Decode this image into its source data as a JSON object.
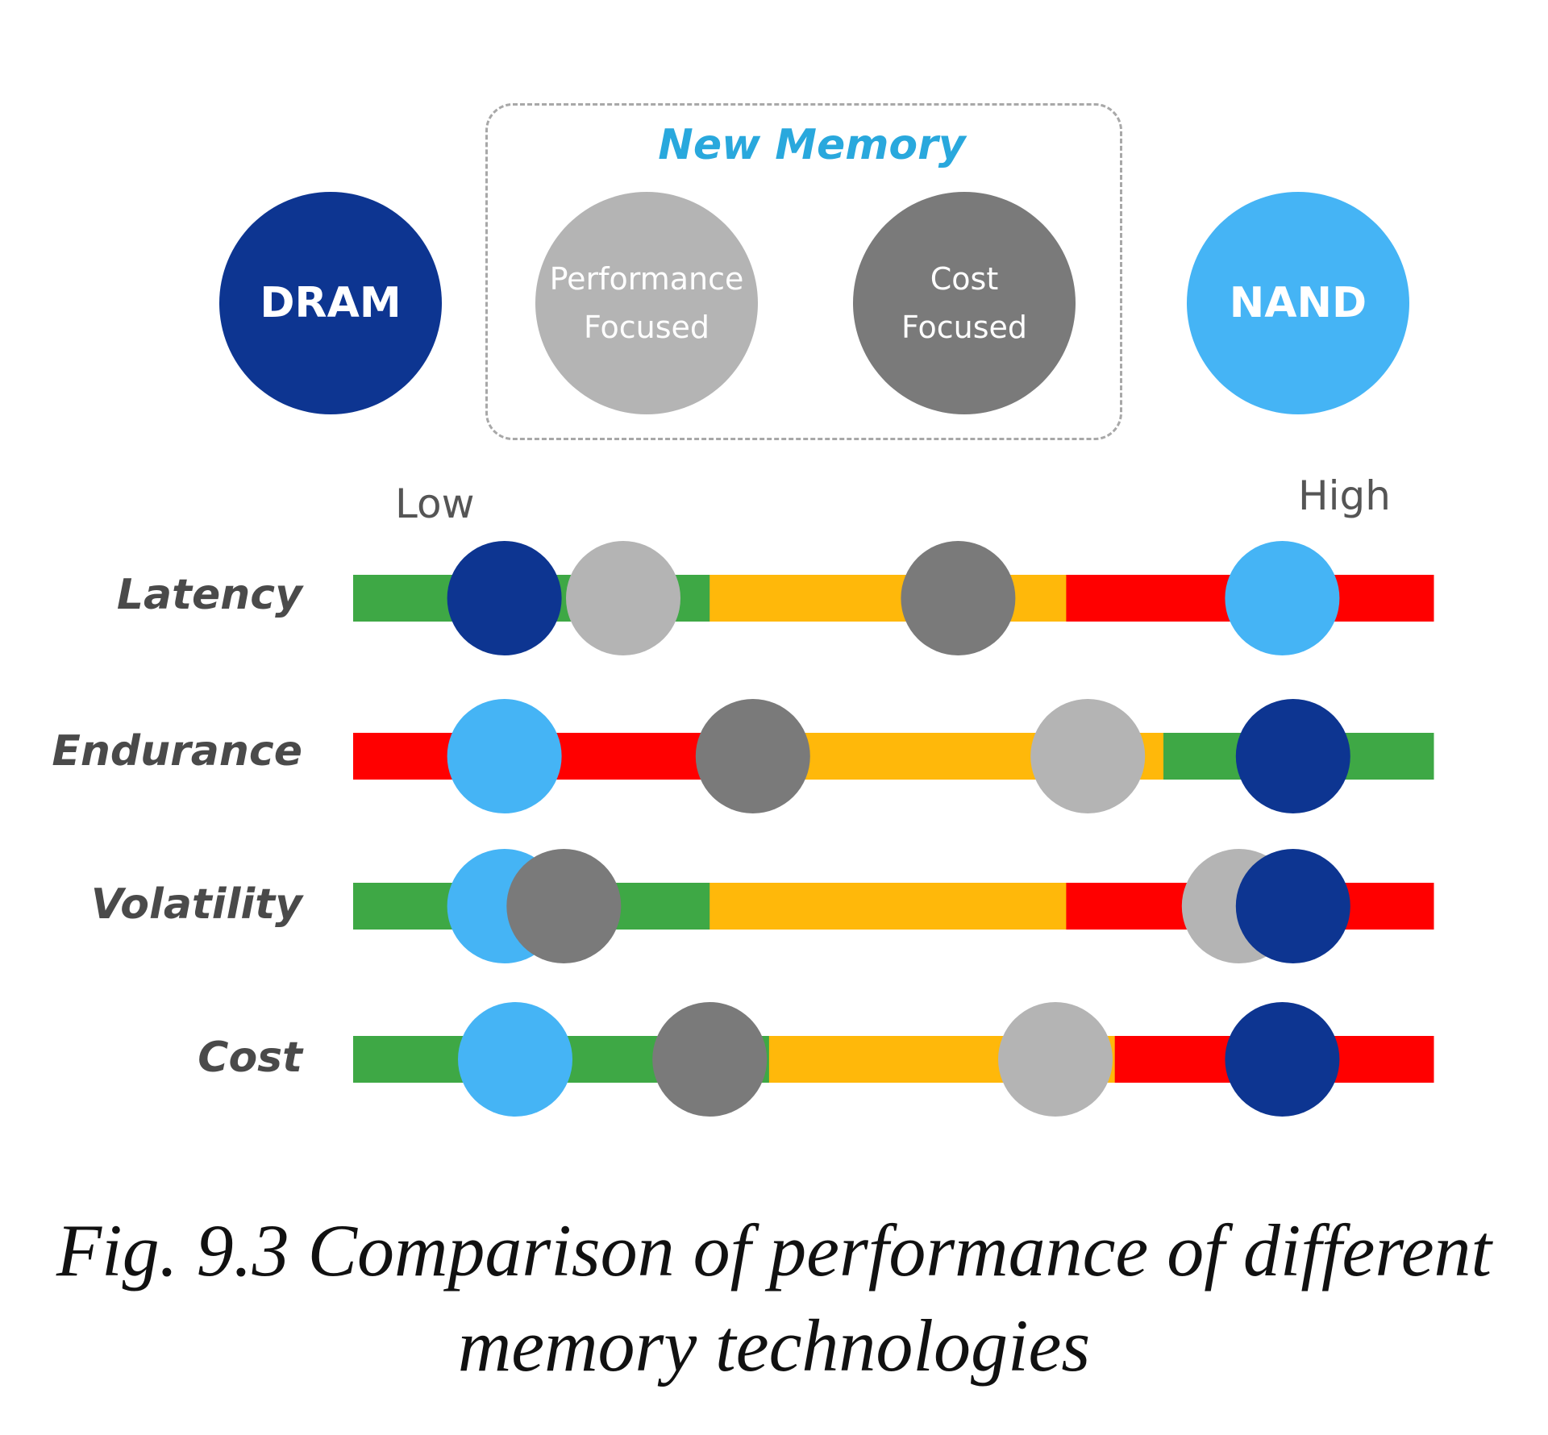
{
  "legend": {
    "group_title": "New Memory",
    "items": [
      {
        "key": "dram",
        "label": "DRAM",
        "color": "#0d3591"
      },
      {
        "key": "perf",
        "label": "Performance\nFocused",
        "color": "#b4b4b4"
      },
      {
        "key": "cost",
        "label": "Cost\nFocused",
        "color": "#7a7a7a"
      },
      {
        "key": "nand",
        "label": "NAND",
        "color": "#45b4f5"
      }
    ]
  },
  "chart_data": {
    "type": "dot-scale",
    "scale_min_label": "Low",
    "scale_max_label": "High",
    "rows": [
      {
        "label": "Latency",
        "segments": [
          {
            "from": 0,
            "to": 0.33,
            "color": "#3ea845"
          },
          {
            "from": 0.33,
            "to": 0.66,
            "color": "#ffb80a"
          },
          {
            "from": 0.66,
            "to": 1,
            "color": "#ff0000"
          }
        ],
        "markers": [
          {
            "tech": "dram",
            "pos": 0.14
          },
          {
            "tech": "perf",
            "pos": 0.25
          },
          {
            "tech": "cost",
            "pos": 0.56
          },
          {
            "tech": "nand",
            "pos": 0.86
          }
        ]
      },
      {
        "label": "Endurance",
        "segments": [
          {
            "from": 0,
            "to": 0.33,
            "color": "#ff0000"
          },
          {
            "from": 0.33,
            "to": 0.75,
            "color": "#ffb80a"
          },
          {
            "from": 0.75,
            "to": 1,
            "color": "#3ea845"
          }
        ],
        "markers": [
          {
            "tech": "nand",
            "pos": 0.14
          },
          {
            "tech": "cost",
            "pos": 0.37
          },
          {
            "tech": "perf",
            "pos": 0.68
          },
          {
            "tech": "dram",
            "pos": 0.87
          }
        ]
      },
      {
        "label": "Volatility",
        "segments": [
          {
            "from": 0,
            "to": 0.33,
            "color": "#3ea845"
          },
          {
            "from": 0.33,
            "to": 0.66,
            "color": "#ffb80a"
          },
          {
            "from": 0.66,
            "to": 1,
            "color": "#ff0000"
          }
        ],
        "markers": [
          {
            "tech": "nand",
            "pos": 0.14
          },
          {
            "tech": "cost",
            "pos": 0.195
          },
          {
            "tech": "perf",
            "pos": 0.82
          },
          {
            "tech": "dram",
            "pos": 0.87
          }
        ]
      },
      {
        "label": "Cost",
        "segments": [
          {
            "from": 0,
            "to": 0.385,
            "color": "#3ea845"
          },
          {
            "from": 0.385,
            "to": 0.705,
            "color": "#ffb80a"
          },
          {
            "from": 0.705,
            "to": 1,
            "color": "#ff0000"
          }
        ],
        "markers": [
          {
            "tech": "nand",
            "pos": 0.15
          },
          {
            "tech": "cost",
            "pos": 0.33
          },
          {
            "tech": "perf",
            "pos": 0.65
          },
          {
            "tech": "dram",
            "pos": 0.86
          }
        ]
      }
    ]
  },
  "caption": {
    "line1": "Fig. 9.3 Comparison of performance of different",
    "line2": "memory technologies"
  }
}
